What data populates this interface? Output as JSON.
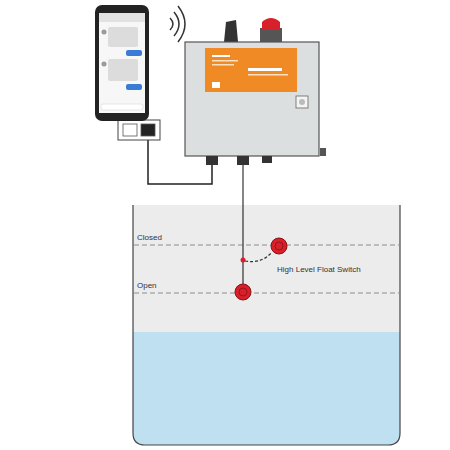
{
  "diagram": {
    "labels": [
      "Closed",
      "High Level Float Switch",
      "Open"
    ]
  }
}
